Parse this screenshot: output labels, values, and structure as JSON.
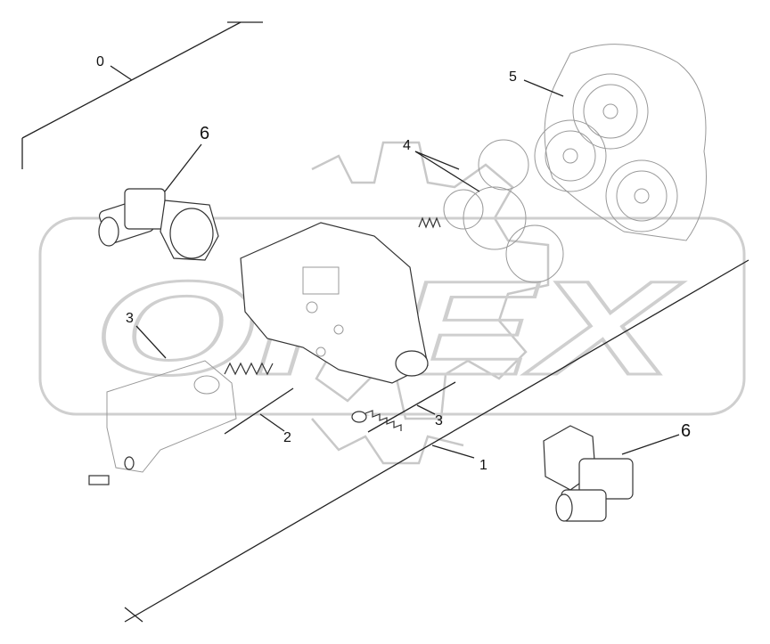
{
  "diagram": {
    "callouts": [
      {
        "id": "c0",
        "label": "0"
      },
      {
        "id": "c1",
        "label": "1"
      },
      {
        "id": "c2",
        "label": "2"
      },
      {
        "id": "c3a",
        "label": "3"
      },
      {
        "id": "c3b",
        "label": "3"
      },
      {
        "id": "c4",
        "label": "4"
      },
      {
        "id": "c5",
        "label": "5"
      },
      {
        "id": "c6a",
        "label": "6"
      },
      {
        "id": "c6b",
        "label": "6"
      }
    ],
    "watermark": "OPEX",
    "colors": {
      "line": "#222222",
      "watermark": "#cfcfcf",
      "background": "#ffffff"
    }
  }
}
